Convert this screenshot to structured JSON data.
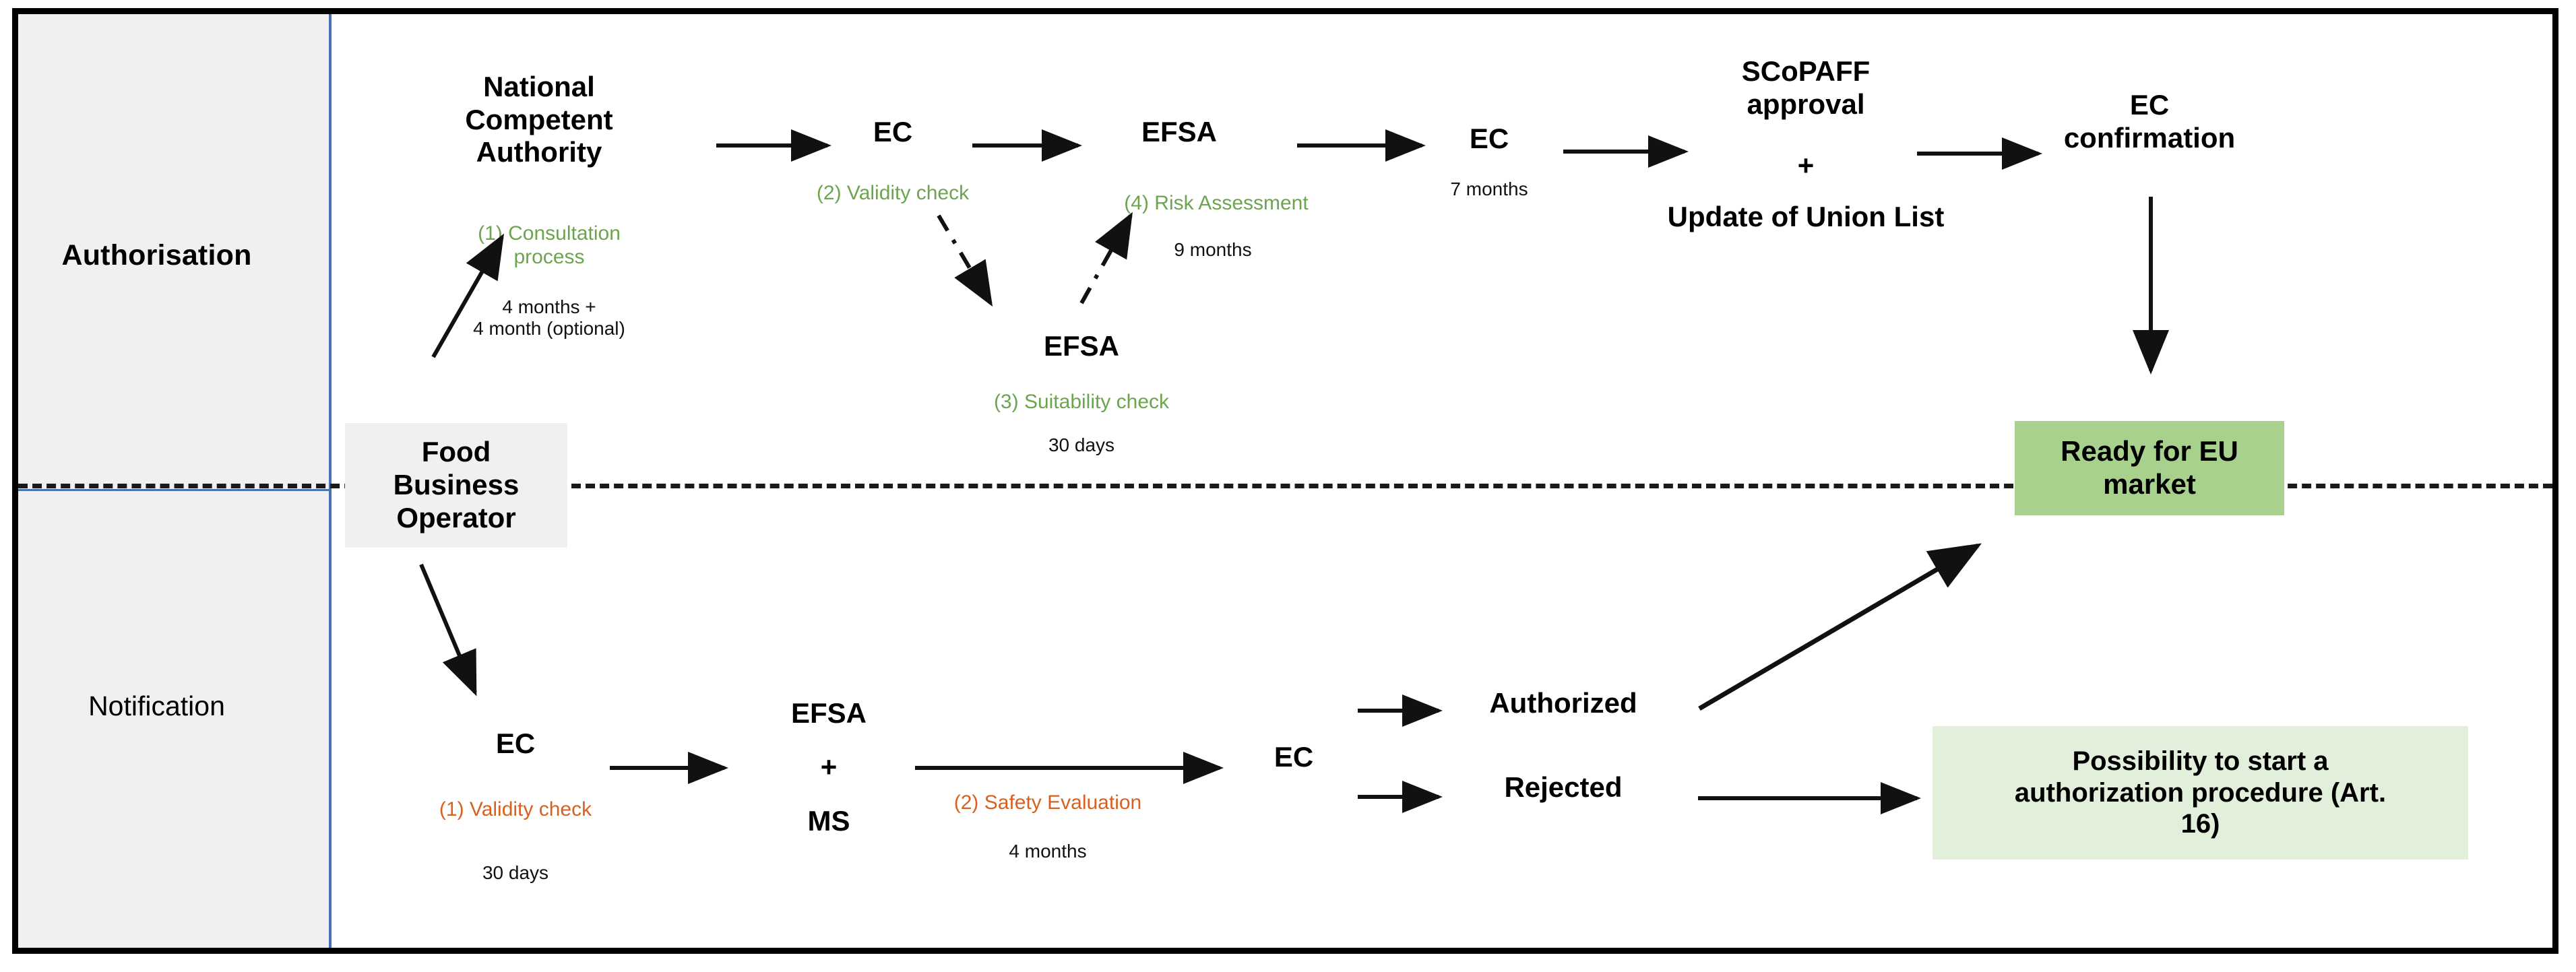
{
  "diagram": {
    "categories": {
      "authorisation": "Authorisation",
      "notification": "Notification"
    },
    "authorisation_flow": {
      "node_nca": "National\nCompetent\nAuthority",
      "label_nca_step": "(1) Consultation\nprocess",
      "time_nca": "4 months +\n4 month (optional)",
      "node_ec1": "EC",
      "label_ec1_step": "(2) Validity check",
      "node_efsa_suitability": "EFSA",
      "label_efsa_suitability_step": "(3) Suitability check",
      "time_efsa_suitability": "30 days",
      "node_efsa_risk": "EFSA",
      "label_efsa_risk_step": "(4) Risk Assessment",
      "time_efsa_risk": "9 months",
      "node_ec2": "EC",
      "time_ec2": "7 months",
      "node_scopaff": "SCoPAFF\napproval",
      "node_scopaff_plus": "+",
      "node_union_list": "Update of Union List",
      "node_ec_confirmation": "EC\nconfirmation"
    },
    "notification_flow": {
      "node_fbo": "Food\nBusiness\nOperator",
      "node_ec1": "EC",
      "label_ec1_step": "(1) Validity check",
      "time_ec1": "30 days",
      "node_efsa": "EFSA",
      "node_plus": "+",
      "node_ms": "MS",
      "label_safety_step": "(2) Safety Evaluation",
      "time_safety": "4 months",
      "node_ec2": "EC",
      "node_authorized": "Authorized",
      "node_rejected": "Rejected"
    },
    "outcomes": {
      "ready_for_market": "Ready for EU\nmarket",
      "art16": "Possibility to start a\nauthorization procedure (Art.\n16)"
    },
    "colors": {
      "green_step": "#6CA44F",
      "orange_step": "#D9611F",
      "ready_box": "#A9D18E",
      "art16_box": "#E2EFDA",
      "category_band": "#F0F0F0",
      "accent_blue": "#4472B4"
    }
  }
}
